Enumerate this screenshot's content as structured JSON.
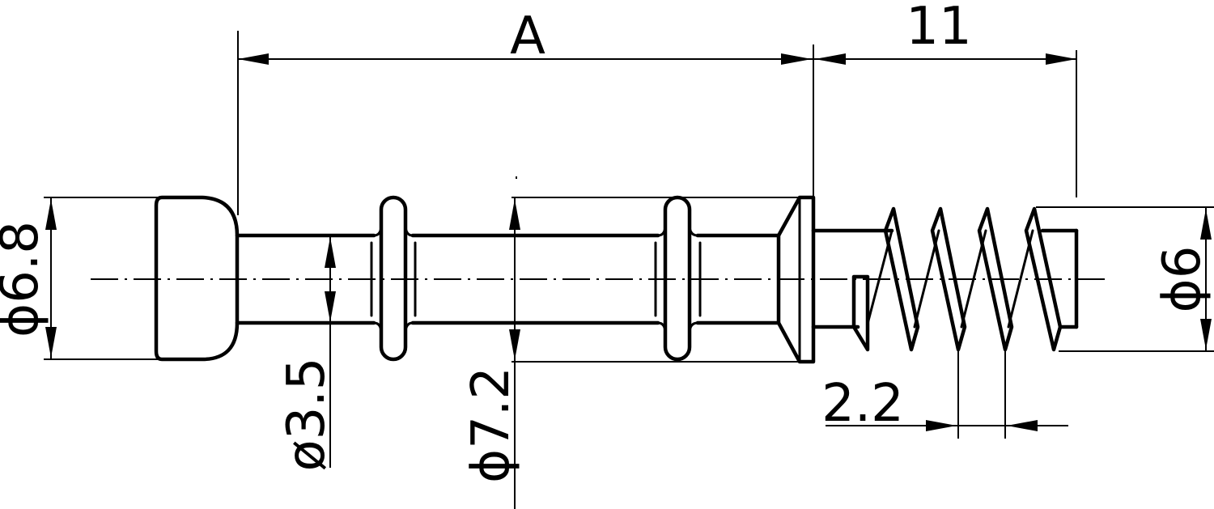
{
  "dimensions": {
    "length_a": "A",
    "thread_length": "11",
    "head_diameter": "ϕ6.8",
    "neck_diameter": "ø3.5",
    "collar_diameter": "ϕ7.2",
    "thread_diameter": "ϕ6",
    "thread_pitch": "2.2"
  }
}
